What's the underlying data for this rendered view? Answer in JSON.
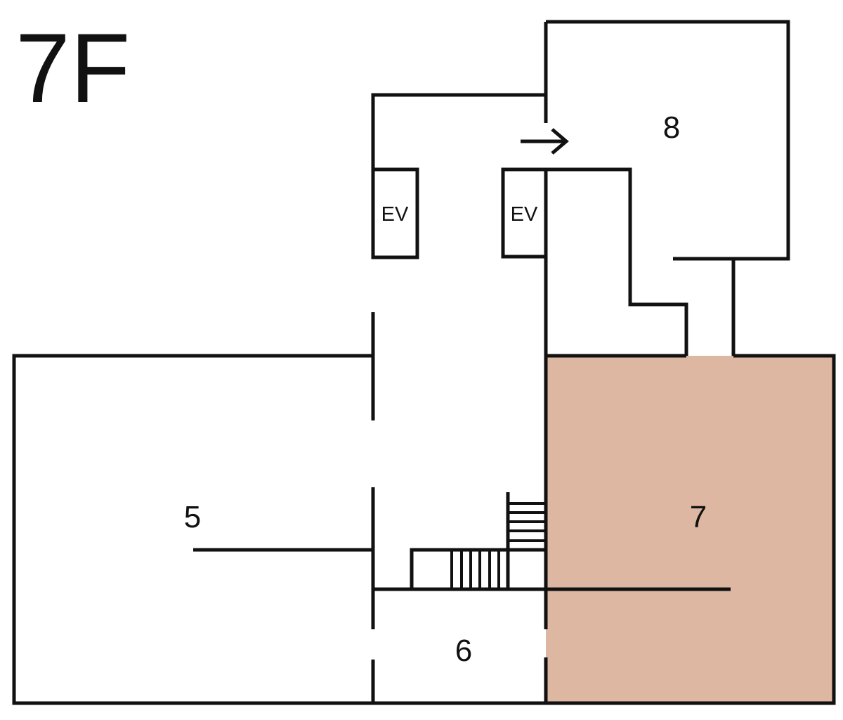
{
  "floor": {
    "label": "7F"
  },
  "rooms": [
    {
      "number": "5"
    },
    {
      "number": "6"
    },
    {
      "number": "7",
      "highlighted": true
    },
    {
      "number": "8"
    }
  ],
  "elevators": [
    {
      "label": "EV"
    },
    {
      "label": "EV"
    }
  ],
  "colors": {
    "highlight": "#deb7a2",
    "line": "#111111",
    "background": "#ffffff"
  },
  "icons": {
    "direction": "arrow-right-icon",
    "stairs": "stairs-icon"
  }
}
